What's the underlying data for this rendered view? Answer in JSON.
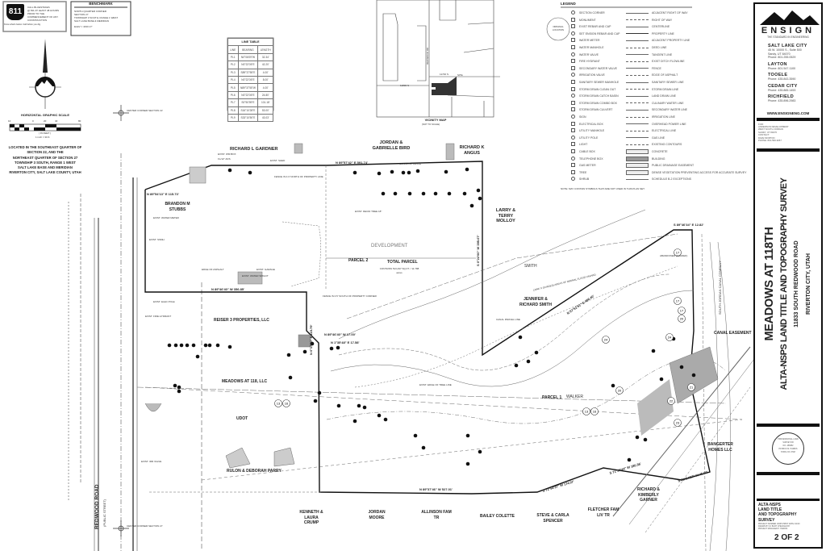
{
  "call811": {
    "badge": "811",
    "tagline": "Know what's below. Call before you dig.",
    "text": [
      "CALL BLUESTAKES",
      "@ 811 AT LEAST 48 HOURS",
      "PRIOR TO THE",
      "COMMENCEMENT OF ANY",
      "CONSTRUCTION"
    ]
  },
  "benchmark": {
    "title": "BENCHMARK",
    "lines": [
      "NORTH QUARTER CORNER",
      "SECTION 27",
      "TOWNSHIP 3 SOUTH, RANGE 1 WEST",
      "SALT LAKE BASE & MERIDIAN"
    ],
    "elev": "ELEV = 4430.17'"
  },
  "scale": {
    "title": "HORIZONTAL GRAPHIC SCALE",
    "ticks": [
      "10",
      "0",
      "20",
      "40",
      "80"
    ],
    "unit": "( IN FEET )",
    "ratio": "1 inch = 30 ft."
  },
  "location": [
    "LOCATED IN THE SOUTHEAST QUARTER OF",
    "SECTION 22, AND THE",
    "NORTHEAST QUARTER OF SECTION 27",
    "TOWNSHIP 3 SOUTH, RANGE 1 WEST",
    "SALT LAKE BASE AND MERIDIAN",
    "RIVERTON CITY, SALT LAKE COUNTY, UTAH"
  ],
  "line_table": {
    "title": "LINE TABLE",
    "headers": [
      "LINE",
      "BEARING",
      "LENGTH"
    ],
    "rows": [
      [
        "PL1",
        "N0°06'09\"W",
        "32.34'"
      ],
      [
        "PL2",
        "N0°22'05\"E",
        "42.20'"
      ],
      [
        "PL3",
        "S89°37'55\"E",
        "4.00'"
      ],
      [
        "PL4",
        "N0°22'05\"E",
        "8.00'"
      ],
      [
        "PL5",
        "N89°37'55\"W",
        "4.00'"
      ],
      [
        "PL6",
        "N0°22'05\"E",
        "24.80'"
      ],
      [
        "PL7",
        "S0°50'59\"E",
        "101.18'"
      ],
      [
        "PL8",
        "S16°10'28\"E",
        "53.00'"
      ],
      [
        "PL9",
        "S33°10'50\"E",
        "43.03'"
      ]
    ]
  },
  "vicinity": {
    "title": "VICINITY MAP",
    "subtitle": "(NOT TO SCALE)",
    "streets": [
      "11800 S",
      "11740 S",
      "SITE",
      "REDWOOD RD"
    ]
  },
  "legend": {
    "title": "LEGEND",
    "callout": "ORIGINAL LOCATION",
    "symbols": [
      "SECTION CORNER",
      "MONUMENT",
      "EXIST REBAR AND CAP",
      "SET ENSIGN REBAR AND CAP",
      "WATER METER",
      "WATER MANHOLE",
      "WATER VALVE",
      "FIRE HYDRANT",
      "SECONDARY WATER VALVE",
      "IRRIGATION VALVE",
      "SANITARY SEWER MANHOLE",
      "STORM DRAIN CLEAN OUT",
      "STORM DRAIN CATCH BASIN",
      "STORM DRAIN COMBO BOX",
      "STORM DRAIN CULVERT",
      "SIGN",
      "ELECTRICAL BOX",
      "UTILITY MANHOLE",
      "UTILITY POLE",
      "LIGHT",
      "CABLE BOX",
      "TELEPHONE BOX",
      "GAS METER",
      "TREE",
      "SHRUB"
    ],
    "lines": [
      "ADJACENT RIGHT OF WAY",
      "RIGHT OF WAY",
      "CENTERLINE",
      "PROPERTY LINE",
      "ADJACENT PROPERTY LINE",
      "DEED LINE",
      "TANGENT LINE",
      "EXIST DITCH FLOWLINE",
      "FENCE",
      "EDGE OF ASPHALT",
      "SANITARY SEWER LINE",
      "STORM DRAIN LINE",
      "LAND DRAIN LINE",
      "CULINARY WATER LINE",
      "SECONDARY WATER LINE",
      "IRRIGATION LINE",
      "OVERHEAD POWER LINE",
      "ELECTRICAL LINE",
      "GAS LINE",
      "EXISTING CONTOURS",
      "CONCRETE",
      "BUILDING",
      "PUBLIC DRAINAGE EASEMENT",
      "DENSE VEGETATION PREVENTING ACCESS FOR ACCURATE SURVEY",
      "SCHEDULE B-2 EXCEPTIONS"
    ],
    "note": "NOTE: MAY CONTAIN SYMBOLS THAT ARE NOT USED IN THIS PLAN SET."
  },
  "drawing": {
    "owners": [
      "RICHARD L GARDNER",
      "JORDAN & GABRIELLE BIRD",
      "RICHARD K ANGUS",
      "LARRY & TERRY MOLLOY",
      "SMITH",
      "JENNIFER & RICHARD SMITH",
      "REISER 3 PROPERTIES, LLC",
      "MEADOWS AT 118, LLC",
      "UDOT",
      "RULON & DEBORAH PARRY",
      "KENNETH & LAURA CRUMP",
      "JORDAN MOORE",
      "ALLINSON FAM TR",
      "BAILEY COLETTE",
      "STEVE & CARLA SPENCER",
      "FLETCHER FAM LIV TR",
      "RICHARD & KIMBERLY GARNER",
      "BANGERTER HOMES LLC",
      "BRANDON M STUBBS",
      "WALKER",
      "SOUTH JORDAN CANAL COMPANY"
    ],
    "labels": [
      "PARCEL 2",
      "TOTAL PARCEL",
      "CONTAINS 513,497 SQ.FT. / 11.788 acres",
      "DEVELOPMENT",
      "PARCEL 1",
      "REDWOOD ROAD",
      "(PUBLIC STREET)",
      "CANAL EASEMENT",
      "CENTER CORNER SECTION 22",
      "CENTER CORNER SECTION 27",
      "EDGE OF ASPHALT",
      "CHAINLINK FENCE",
      "EXIST. GARAGE",
      "EXIST. SHED",
      "EXIST. EDGE OF TREE LINE",
      "CANAL PARCEL LINE"
    ],
    "bearings": [
      "N 89°57'42\" E   591.74'",
      "N 89°46'40\" W   356.85'",
      "N 89°37'46\" W   527.01'",
      "S 0°22'00\" W   395.07'",
      "N 57°51'51\" E   486.40'",
      "S 89°46'34\" E   12.82'",
      "N 89°54'13\" E   115.73'",
      "N 0°17'20\" E   115.79'",
      "N 89°46'40\" W   17.00'",
      "N 1°35'48\" E   17.58'",
      "S 72°54'37\" W   174.07'",
      "S 71°39'44\" W   180.36'",
      "S 73°54'27\" W   45.00'"
    ],
    "notes": [
      "EXIST. WM BOX",
      "FL/12\" ADS",
      "EXIST. DECID TREE 18\"",
      "FENCE IS 0.3' NORTH OF PROPERTY LINE",
      "EXIST. SSMH",
      "EXIST. ELEC POLE",
      "EXIST. WATER SPIGOT",
      "ABANDONED (SHADED)",
      "FENCE IS 0.5' SOUTH OF PROPERTY CORNER",
      "EXIST. FIRE HYDRANT",
      "EXIST. WATER METER",
      "EXIST. IRR VALVE",
      "ZONE X (SHADED) AREAS OF MINIMAL FLOOD HAZARD"
    ],
    "schedule": [
      "17",
      "17",
      "17",
      "20",
      "21",
      "22",
      "23",
      "24",
      "24",
      "20",
      "13",
      "16",
      "13",
      "16"
    ]
  },
  "title_block": {
    "firm": "ENSIGN",
    "tagline": "THE STANDARD IN ENGINEERING",
    "offices": [
      {
        "city": "SALT LAKE CITY",
        "lines": [
          "45 W. 10000 S., Suite 500",
          "Sandy, UT 84070",
          "Phone: 801.255.0529"
        ]
      },
      {
        "city": "LAYTON",
        "lines": [
          "Phone: 801.547.1100"
        ]
      },
      {
        "city": "TOOELE",
        "lines": [
          "Phone: 435.843.3590"
        ]
      },
      {
        "city": "CEDAR CITY",
        "lines": [
          "Phone: 435.865.1453"
        ]
      },
      {
        "city": "RICHFIELD",
        "lines": [
          "Phone: 435.896.2983"
        ]
      }
    ],
    "website": "WWW.ENSIGNENG.COM",
    "client": [
      "FOR:",
      "ANDERSON DEVELOPMENT",
      "WEST SOUTH JORDAN",
      "SANDY, UT 84070",
      "CONTACT:",
      "DAVE MORTON",
      "PHONE: 801-599-9267"
    ],
    "project": "MEADOWS AT 118TH",
    "survey": "ALTA-NSPS LAND TITLE AND TOPOGRAPHY SURVEY",
    "address": "11833 SOUTH REDWOOD ROAD",
    "city": "RIVERTON CITY, UTAH",
    "seal": [
      "PROFESSIONAL LAND SURVEYOR",
      "NO. 286882",
      "PATRICK M. HARRIS",
      "STATE OF UTAH"
    ],
    "sheet_title": [
      "ALTA-NSPS",
      "LAND TITLE",
      "AND TOPOGRAPHY",
      "SURVEY"
    ],
    "meta": [
      "PROJECT NUMBER",
      "10065",
      "PRINT DATE",
      "4/2/20",
      "DRAWN BY",
      "M. BURT",
      "CHECKED BY",
      "PROJECT MANAGER",
      "P. HARRIS"
    ],
    "sheet": "2 OF 2"
  }
}
